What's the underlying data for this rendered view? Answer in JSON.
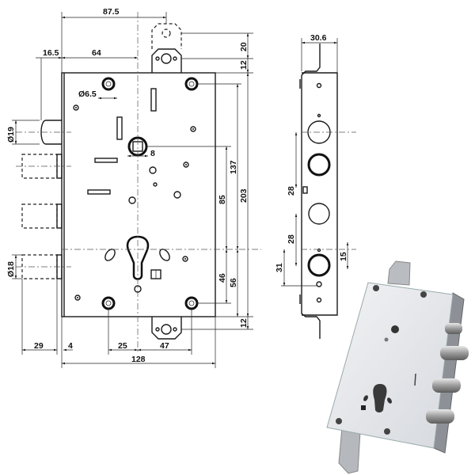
{
  "front_view": {
    "dimensions": {
      "width_to_tab": "87.5",
      "faceplate_to_latch": "16.5",
      "edge_to_centerline": "64",
      "screw_hole_diameter": "Ø6.5",
      "latch_diameter": "Ø19",
      "spindle_square": "8",
      "bolt_diameter": "Ø18",
      "tab_upper_offset": "20",
      "tab_top_height": "12",
      "spindle_to_top_screw": "137",
      "spindle_to_cylinder": "85",
      "overall_height": "203",
      "cylinder_to_bottom_screw": "46",
      "cylinder_to_bottom": "56",
      "tab_bottom_height": "12",
      "bolt_throw": "29",
      "faceplate_thickness": "4",
      "screw_to_centerline": "25",
      "centerline_to_screw": "47",
      "case_width": "128"
    }
  },
  "side_view": {
    "dimensions": {
      "depth": "30.6",
      "bolt_spacing_upper": "28",
      "bolt_spacing_lower": "28",
      "lower_offset": "31",
      "cylinder_offset": "15"
    }
  },
  "colors": {
    "line": "#1a1a1a",
    "photo_plate": "#e4e6ea",
    "photo_steel": "#a8acb2"
  }
}
